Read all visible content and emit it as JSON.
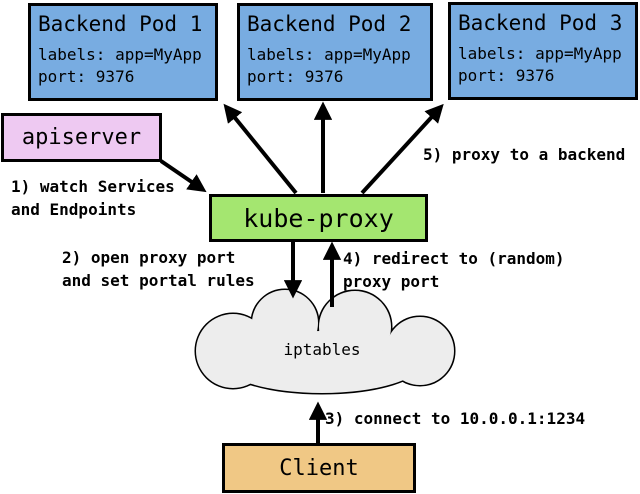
{
  "diagram": {
    "pods": [
      {
        "title": "Backend Pod 1",
        "labels_line": "labels: app=MyApp",
        "port_line": "port: 9376"
      },
      {
        "title": "Backend Pod 2",
        "labels_line": "labels: app=MyApp",
        "port_line": "port: 9376"
      },
      {
        "title": "Backend Pod 3",
        "labels_line": "labels: app=MyApp",
        "port_line": "port: 9376"
      }
    ],
    "apiserver": {
      "label": "apiserver"
    },
    "kube_proxy": {
      "label": "kube-proxy"
    },
    "iptables": {
      "label": "iptables"
    },
    "client": {
      "label": "Client"
    },
    "annotations": {
      "step1": "1) watch Services\nand Endpoints",
      "step2": "2) open proxy port\nand set portal rules",
      "step3": "3) connect to 10.0.0.1:1234",
      "step4": "4) redirect to (random)\nproxy port",
      "step5": "5) proxy to a backend"
    },
    "colors": {
      "pod_fill": "#78ACE1",
      "apiserver_fill": "#EEC9F2",
      "kube_proxy_fill": "#A4E670",
      "client_fill": "#F0C885",
      "cloud_fill": "#EDEDED",
      "border": "#000000",
      "background": "#FFFFFF"
    }
  }
}
